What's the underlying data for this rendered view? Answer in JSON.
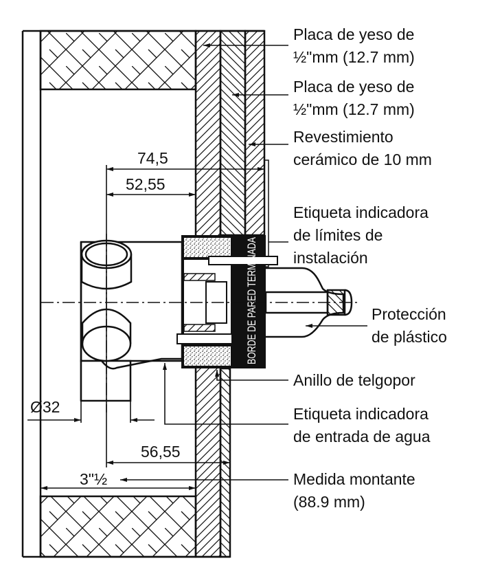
{
  "labels": {
    "drywall_1": [
      "Placa de yeso de",
      "½\"mm (12.7 mm)"
    ],
    "drywall_2": [
      "Placa de yeso de",
      "½\"mm (12.7 mm)"
    ],
    "tile": [
      "Revestimiento",
      "cerámico de 10 mm"
    ],
    "limits_label": [
      "Etiqueta indicadora",
      "de límites de",
      "instalación"
    ],
    "plastic_guard": [
      "Protección",
      "de plástico"
    ],
    "foam_ring": [
      "Anillo de telgopor"
    ],
    "water_inlet_label": [
      "Etiqueta indicadora",
      "de entrada de agua"
    ],
    "stud": [
      "Medida montante",
      "(88.9 mm)"
    ]
  },
  "dimensions": {
    "d1": "74,5",
    "d2": "52,55",
    "d3": "56,55",
    "d4": "3\"½",
    "diameter": "Ø32"
  },
  "device_band_text": "BORDE DE PARED TERMINADA",
  "colors": {
    "line": "#111111",
    "background": "#ffffff"
  }
}
